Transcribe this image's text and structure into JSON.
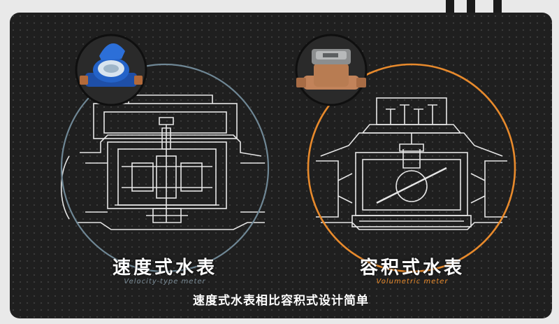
{
  "colors": {
    "panel_bg": "#1f1f1f",
    "left_ring": "#6f8795",
    "right_ring": "#e88a2c",
    "drawing": "#e6e6e6"
  },
  "left_meter": {
    "title": "速度式水表",
    "subtitle": "Velocity-type meter",
    "subtitle_color": "#7a8b96",
    "photo": "blue-water-meter-icon"
  },
  "right_meter": {
    "title": "容积式水表",
    "subtitle": "Volumetric meter",
    "subtitle_color": "#e88a2c",
    "photo": "brass-water-meter-icon"
  },
  "caption": "速度式水表相比容积式设计简单"
}
